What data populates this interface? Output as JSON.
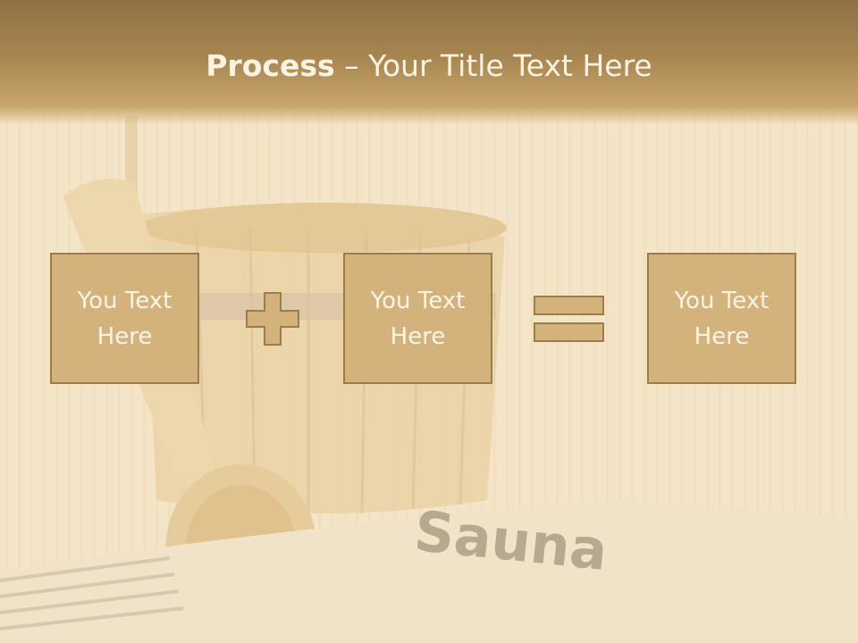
{
  "slide": {
    "title_bold": "Process",
    "title_rest": " – Your Title Text Here",
    "boxes": [
      {
        "line1": "You Text",
        "line2": "Here"
      },
      {
        "line1": "You Text",
        "line2": "Here"
      },
      {
        "line1": "You Text",
        "line2": "Here"
      }
    ],
    "operators": [
      "plus",
      "equals"
    ],
    "background_word": "Sauna"
  },
  "colors": {
    "banner": "#a78550",
    "box_fill": "#d4b27c",
    "box_border": "#9d7c4a",
    "text": "#fbf4e6"
  }
}
